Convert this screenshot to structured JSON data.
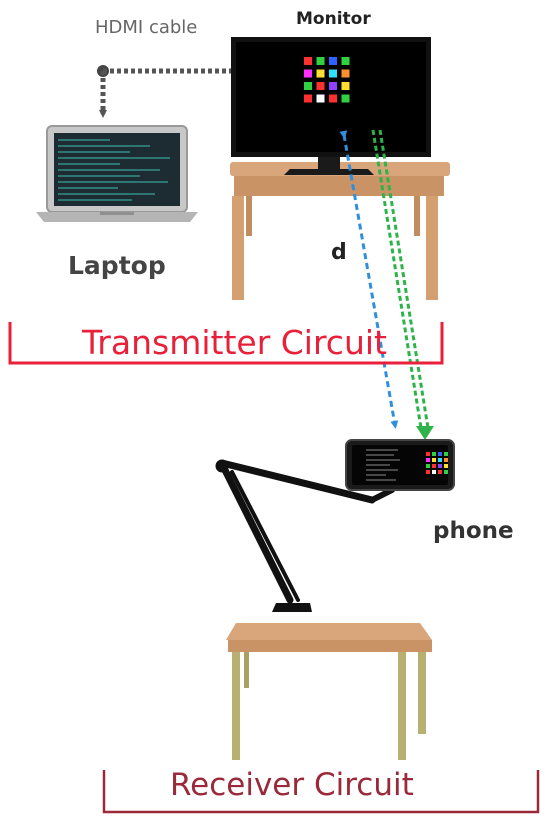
{
  "labels": {
    "hdmi_cable": "HDMI cable",
    "monitor": "Monitor",
    "laptop": "Laptop",
    "distance": "d",
    "phone": "phone",
    "transmitter_circuit": "Transmitter Circuit",
    "receiver_circuit": "Receiver Circuit"
  },
  "colors": {
    "transmitter_bracket": "#e8203a",
    "receiver_bracket": "#9a2a3a",
    "distance_arrow": "#2f8fdc",
    "light_path": "#2db34a",
    "hdmi_line": "#555555",
    "table_top": "#d9a57a",
    "receiver_table_legs": "#b8b070"
  },
  "led_grid": [
    [
      "#ff3030",
      "#30d040",
      "#3060ff",
      "#30d040"
    ],
    [
      "#ff30ff",
      "#ffe030",
      "#30e0ff",
      "#ff9030"
    ],
    [
      "#30d040",
      "#ff3030",
      "#9040ff",
      "#ffe030"
    ],
    [
      "#ff3030",
      "#ffffff",
      "#ff3030",
      "#30d040"
    ]
  ]
}
